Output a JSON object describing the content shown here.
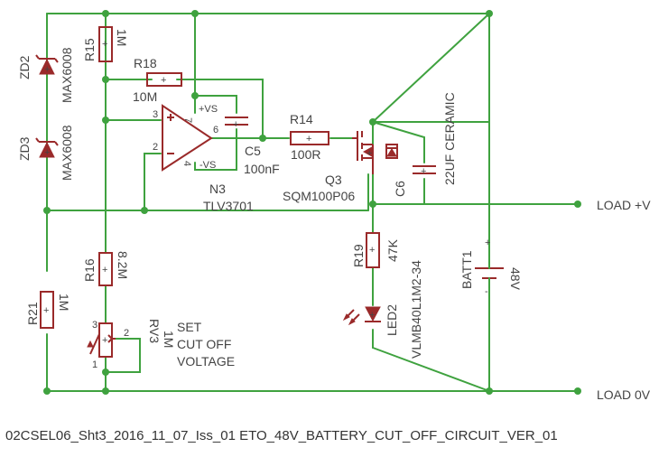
{
  "title": "02CSEL06_Sht3_2016_11_07_Iss_01 ETO_48V_BATTERY_CUT_OFF_CIRCUIT_VER_01",
  "components": {
    "zd2": {
      "ref": "ZD2",
      "value": "MAX6008"
    },
    "zd3": {
      "ref": "ZD3",
      "value": "MAX6008"
    },
    "r15": {
      "ref": "R15",
      "value": "1M"
    },
    "r18": {
      "ref": "R18",
      "value": "10M"
    },
    "n3": {
      "ref": "N3",
      "value": "TLV3701",
      "pin_vs_pos": "+VS",
      "pin_vs_neg": "-VS"
    },
    "c5": {
      "ref": "C5",
      "value": "100nF"
    },
    "r14": {
      "ref": "R14",
      "value": "100R"
    },
    "q3": {
      "ref": "Q3",
      "value": "SQM100P06"
    },
    "c6": {
      "ref": "C6",
      "value": "22UF CERAMIC"
    },
    "r16": {
      "ref": "R16",
      "value": "8.2M"
    },
    "r21": {
      "ref": "R21",
      "value": "1M"
    },
    "rv3": {
      "ref": "RV3",
      "value": "1M"
    },
    "r19": {
      "ref": "R19",
      "value": "47K"
    },
    "led2": {
      "ref": "LED2",
      "value": "VLMB40L1M2-34"
    },
    "batt1": {
      "ref": "BATT1",
      "value": "48V"
    }
  },
  "pins": {
    "n3_in_pos": "3",
    "n3_in_neg": "2",
    "n3_out": "6",
    "n3_vpos": "7",
    "n3_vneg": "4",
    "rv3_w": "2",
    "rv3_a": "3",
    "rv3_b": "1"
  },
  "notes": {
    "set_line1": "SET",
    "set_line2": "CUT OFF",
    "set_line3": "VOLTAGE"
  },
  "nets": {
    "load_pos": "LOAD +V",
    "load_neg": "LOAD 0V"
  }
}
